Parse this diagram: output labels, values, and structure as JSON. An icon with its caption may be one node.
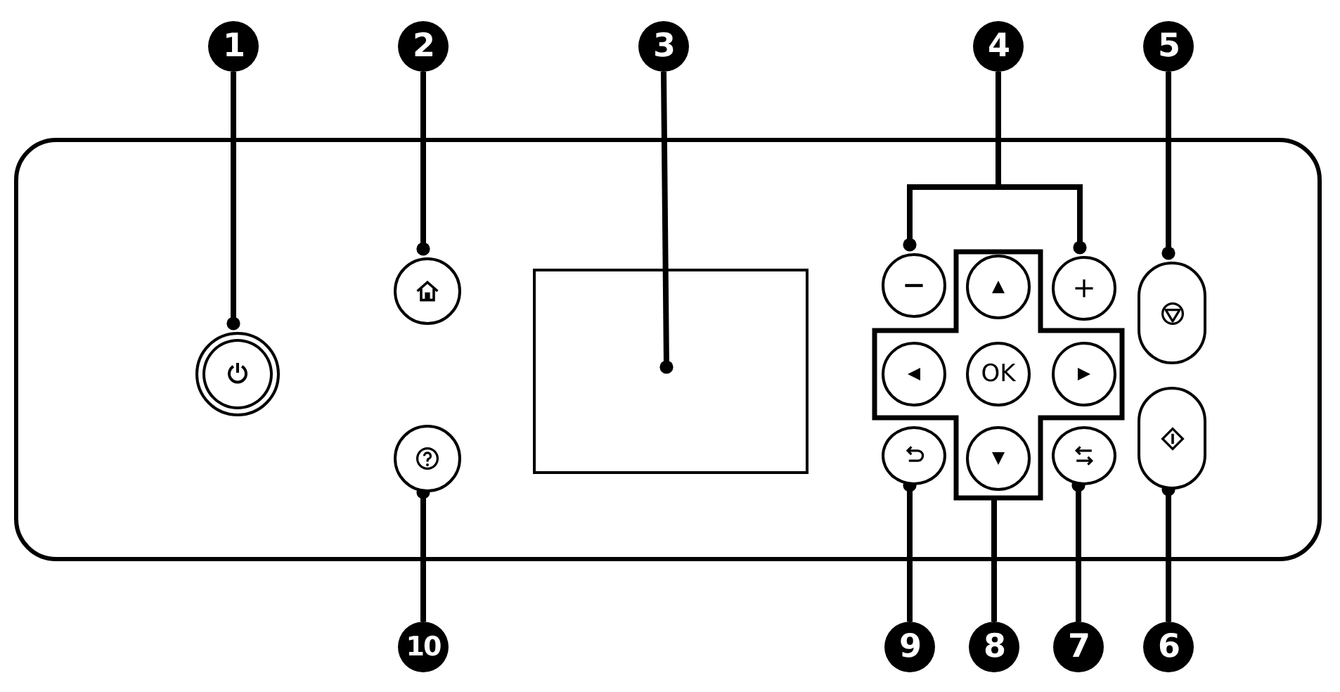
{
  "diagram": {
    "nodes": [
      {
        "text": [
          "1"
        ]
      },
      {
        "text": [
          "2"
        ]
      },
      {
        "text": [
          "3"
        ]
      },
      {
        "text": [
          "4"
        ]
      },
      {
        "text": [
          "5"
        ]
      },
      {
        "text": [],
        "shape": "box"
      },
      {
        "text": [],
        "shape": "circle",
        "in": 5
      },
      {
        "text": [],
        "shape": "circle",
        "in": 5
      },
      {
        "text": [],
        "shape": "circle",
        "in": 5
      },
      {
        "text": [],
        "shape": "box",
        "in": 5
      },
      {
        "text": [],
        "shape": "circle",
        "in": 5
      },
      {
        "text": [],
        "shape": "circle",
        "in": 5
      },
      {
        "text": [],
        "shape": "cross",
        "in": 5
      },
      {
        "text": [],
        "shape": "circle",
        "in": 12
      },
      {
        "text": [],
        "shape": "circle",
        "in": 12
      },
      {
        "text": [
          "OK"
        ],
        "in": 12
      },
      {
        "text": [],
        "shape": "circle",
        "in": 12
      },
      {
        "text": [],
        "shape": "circle",
        "in": 12
      },
      {
        "text": [],
        "shape": "circle",
        "in": 5
      },
      {
        "text": [],
        "shape": "circle",
        "in": 5
      },
      {
        "text": [],
        "shape": "oval",
        "in": 5
      },
      {
        "text": [],
        "shape": "oval",
        "in": 5
      },
      {
        "text": [
          "9"
        ]
      },
      {
        "text": [
          "8"
        ]
      },
      {
        "text": [
          "7"
        ]
      },
      {
        "text": [
          "6"
        ]
      },
      {
        "text": [
          "10"
        ]
      }
    ],
    "edges": [
      {
        "from": 0,
        "to": 6,
        "arrow": "other"
      },
      {
        "from": 1,
        "to": 7,
        "arrow": "other"
      },
      {
        "from": 2,
        "to": 9,
        "arrow": "other"
      },
      {
        "from": 3,
        "to": 10,
        "arrow": "other"
      },
      {
        "from": 3,
        "to": 11,
        "arrow": "other"
      },
      {
        "from": 4,
        "to": 20,
        "arrow": "other"
      },
      {
        "from": 25,
        "to": 21,
        "arrow": "other"
      },
      {
        "from": 24,
        "to": 19,
        "arrow": "other"
      },
      {
        "from": 23,
        "to": 12,
        "arrow": "none"
      },
      {
        "from": 22,
        "to": 18,
        "arrow": "other"
      },
      {
        "from": 26,
        "to": 8,
        "arrow": "other"
      }
    ]
  }
}
